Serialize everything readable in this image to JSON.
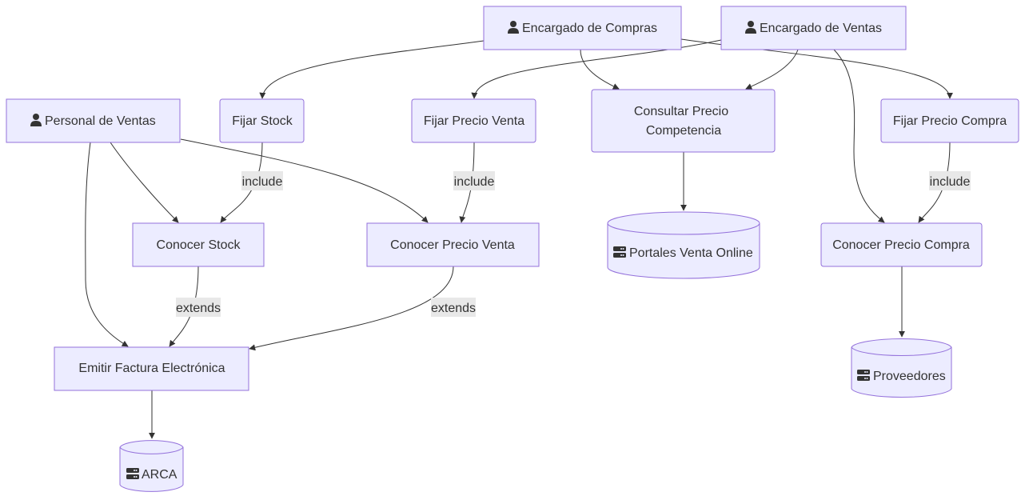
{
  "nodes": {
    "encargado_compras": "Encargado de Compras",
    "encargado_ventas": "Encargado de Ventas",
    "personal_ventas": "Personal de Ventas",
    "fijar_stock": "Fijar Stock",
    "fijar_precio_venta": "Fijar Precio Venta",
    "consultar_precio_line1": "Consultar Precio",
    "consultar_precio_line2": "Competencia",
    "fijar_precio_compra": "Fijar Precio Compra",
    "conocer_stock": "Conocer Stock",
    "conocer_precio_venta": "Conocer Precio Venta",
    "portales_venta_online": "Portales Venta Online",
    "conocer_precio_compra": "Conocer Precio Compra",
    "emitir_factura": "Emitir Factura Electrónica",
    "proveedores": "Proveedores",
    "arca": "ARCA"
  },
  "edge_labels": {
    "include_stock": "include",
    "include_precio_venta": "include",
    "include_precio_compra": "include",
    "extends_stock": "extends",
    "extends_precio_venta": "extends"
  },
  "icons": {
    "actor": "user-icon",
    "database": "server-icon"
  },
  "colors": {
    "node_fill": "#ECECFF",
    "node_stroke": "#9370DB",
    "edge": "#333333",
    "text": "#333333",
    "label_bg": "#e8e8e8"
  }
}
